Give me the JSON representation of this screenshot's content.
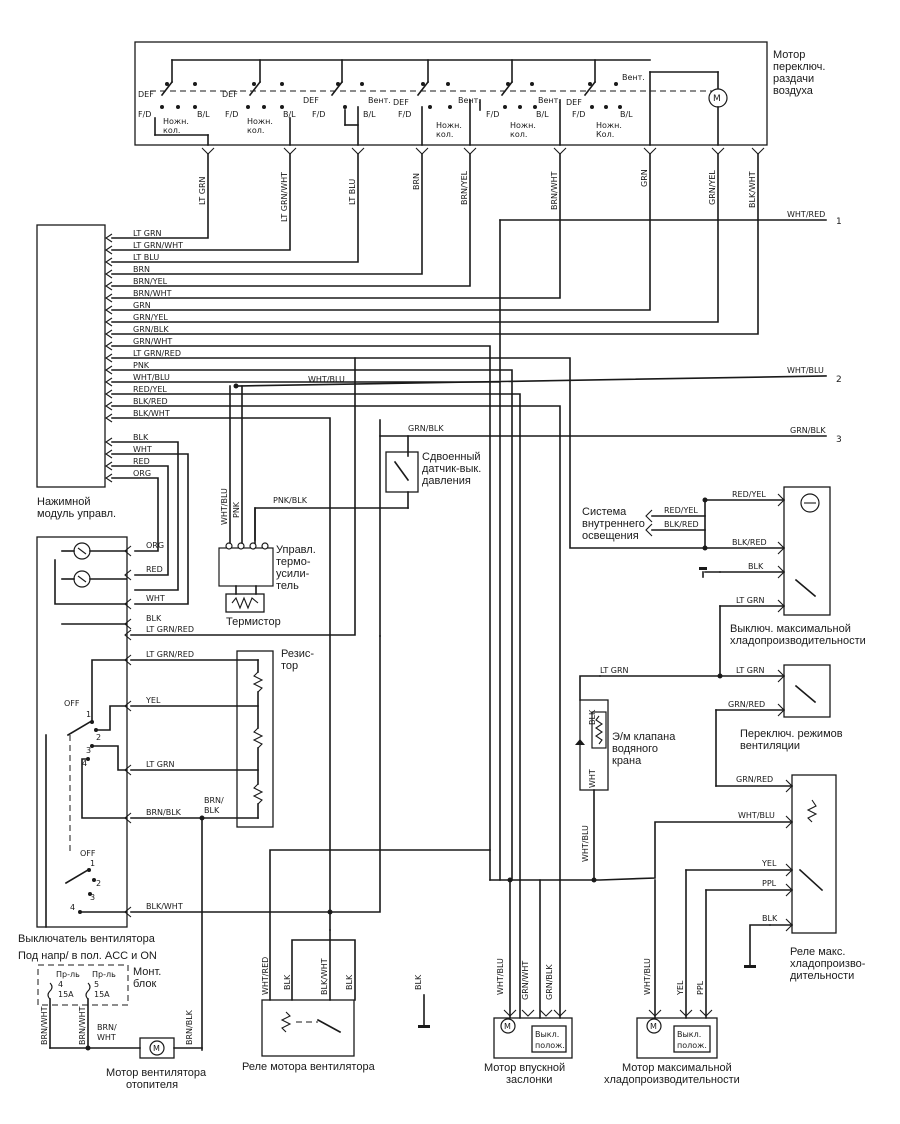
{
  "components": {
    "mode_motor": "Мотор\nпереключ.\nраздачи\nвоздуха",
    "control_module": "Нажимной\nмодуль управл.",
    "dual_pressure": "Сдвоенный\nдатчик-вык.\nдавления",
    "thermo_amp": "Управл.\nтермо-\nусили-\nтель",
    "thermistor": "Термистор",
    "interior_light": "Система\nвнутреннего\nосвещения",
    "max_cool_switch": "Выключ. максимальной\nхладопроизводительности",
    "vent_mode_switch": "Переключ. режимов\nвентиляции",
    "water_valve": "Э/м клапана\nводяного\nкрана",
    "resistor": "Резис-\nтор",
    "blower_switch": "Выключатель вентилятора",
    "power_label": "Под напр/ в пол. ACC и ON",
    "fuse_block": "Монт.\nблок",
    "fuse_left": "Пр-ль\n4\n15A",
    "fuse_right": "Пр-ль\n5\n15A",
    "heater_motor": "Мотор вентилятора\nотопителя",
    "blower_relay": "Реле мотора вентилятора",
    "intake_motor": "Мотор впускной\nзаслонки",
    "max_cool_motor": "Мотор максимальной\nхладопроизводительности",
    "max_cool_relay": "Реле макс.\nхладопроизво-\nдительности",
    "limit_switch": "Выкл.\nполож."
  },
  "switch_labels": {
    "def": "DEF",
    "fd": "F/D",
    "bl": "B/L",
    "feet": "Ножн.\nкол.",
    "vent": "Вент.",
    "off": "OFF",
    "pos1": "1",
    "pos2": "2",
    "pos3": "3",
    "pos4": "4"
  },
  "top_wires": [
    "LT GRN",
    "LT GRN/WHT",
    "LT BLU",
    "BRN",
    "BRN/YEL",
    "BRN/WHT",
    "GRN",
    "GRN/YEL",
    "BLK/WHT"
  ],
  "module_pins": [
    "LT GRN",
    "LT GRN/WHT",
    "LT BLU",
    "BRN",
    "BRN/YEL",
    "BRN/WHT",
    "GRN",
    "GRN/YEL",
    "GRN/BLK",
    "GRN/WHT",
    "LT GRN/RED",
    "PNK",
    "WHT/BLU",
    "RED/YEL",
    "BLK/RED",
    "BLK/WHT"
  ],
  "module_pins_lower": [
    "BLK",
    "WHT",
    "RED",
    "ORG"
  ],
  "connectors": {
    "c1": "WHT/RED",
    "c1_num": "1",
    "c2": "WHT/BLU",
    "c2_num": "2",
    "c3": "GRN/BLK",
    "c3_num": "3"
  },
  "wires": {
    "wht_blu": "WHT/BLU",
    "grn_blk": "GRN/BLK",
    "pnk_blk": "PNK/BLK",
    "pnk": "PNK",
    "red_yel": "RED/YEL",
    "blk_red": "BLK/RED",
    "blk": "BLK",
    "lt_grn": "LT GRN",
    "grn_red": "GRN/RED",
    "yel": "YEL",
    "ppl": "PPL",
    "org": "ORG",
    "red": "RED",
    "wht": "WHT",
    "lt_grn_red": "LT GRN/RED",
    "brn_blk": "BRN/BLK",
    "brn_blk_split": "BRN/\nBLK",
    "blk_wht": "BLK/WHT",
    "brn_wht": "BRN/WHT",
    "brn_wht_split": "BRN/\nWHT",
    "wht_red": "WHT/RED",
    "grn_wht": "GRN/WHT",
    "grn_blk_v": "GRN/BLK"
  }
}
